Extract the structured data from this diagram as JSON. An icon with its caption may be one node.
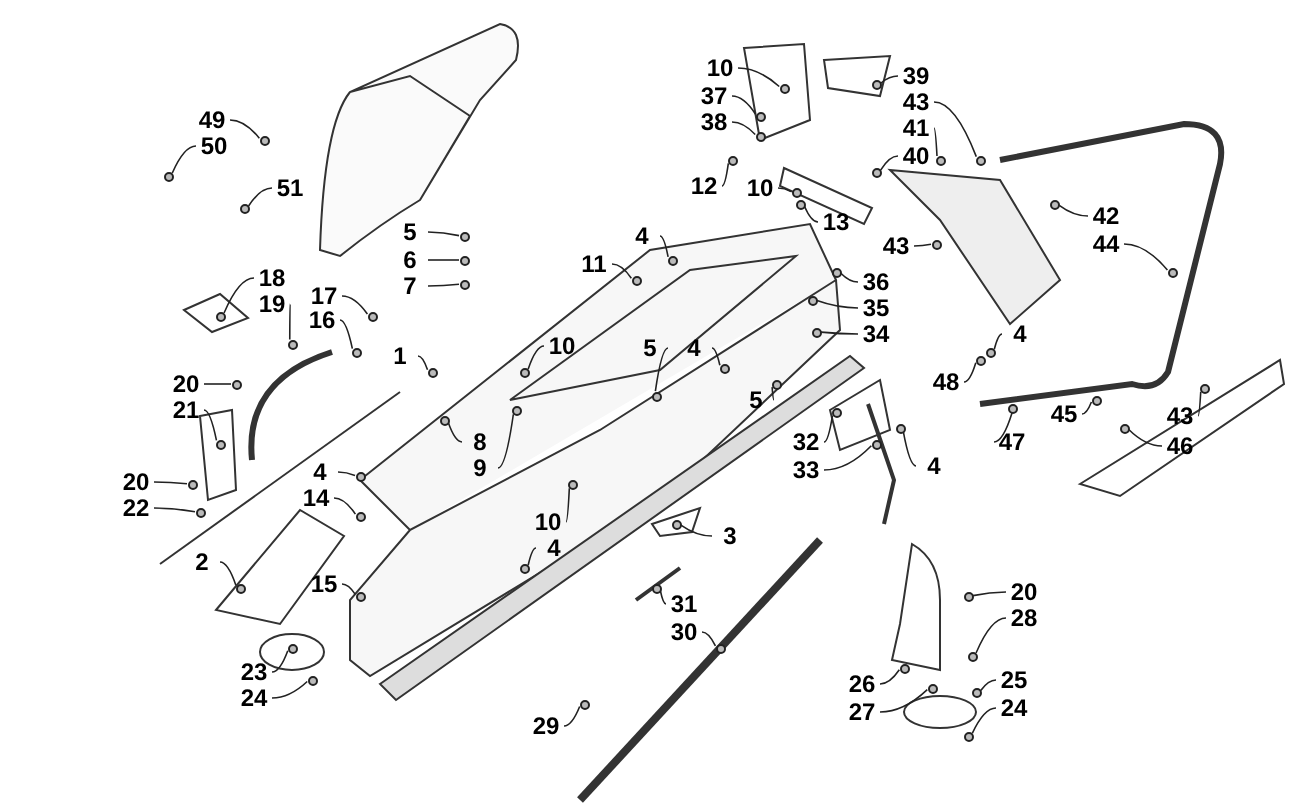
{
  "diagram": {
    "nodes": [
      {
        "text": [
          "49"
        ]
      },
      {
        "text": [
          "50"
        ]
      },
      {
        "text": [
          "51"
        ]
      },
      {
        "text": [
          "18"
        ]
      },
      {
        "text": [
          "19"
        ]
      },
      {
        "text": [
          "17"
        ]
      },
      {
        "text": [
          "16"
        ]
      },
      {
        "text": [
          "20"
        ]
      },
      {
        "text": [
          "21"
        ]
      },
      {
        "text": [
          "20"
        ]
      },
      {
        "text": [
          "22"
        ]
      },
      {
        "text": [
          "4"
        ]
      },
      {
        "text": [
          "14"
        ]
      },
      {
        "text": [
          "2"
        ]
      },
      {
        "text": [
          "15"
        ]
      },
      {
        "text": [
          "23"
        ]
      },
      {
        "text": [
          "24"
        ]
      },
      {
        "text": [
          "1"
        ]
      },
      {
        "text": [
          "5"
        ]
      },
      {
        "text": [
          "6"
        ]
      },
      {
        "text": [
          "7"
        ]
      },
      {
        "text": [
          "11"
        ]
      },
      {
        "text": [
          "4"
        ]
      },
      {
        "text": [
          "10"
        ]
      },
      {
        "text": [
          "5"
        ]
      },
      {
        "text": [
          "8"
        ]
      },
      {
        "text": [
          "9"
        ]
      },
      {
        "text": [
          "10"
        ]
      },
      {
        "text": [
          "4"
        ]
      },
      {
        "text": [
          "29"
        ]
      },
      {
        "text": [
          "12"
        ]
      },
      {
        "text": [
          "10"
        ]
      },
      {
        "text": [
          "13"
        ]
      },
      {
        "text": [
          "10"
        ]
      },
      {
        "text": [
          "37"
        ]
      },
      {
        "text": [
          "38"
        ]
      },
      {
        "text": [
          "39"
        ]
      },
      {
        "text": [
          "43"
        ]
      },
      {
        "text": [
          "41"
        ]
      },
      {
        "text": [
          "40"
        ]
      },
      {
        "text": [
          "42"
        ]
      },
      {
        "text": [
          "44"
        ]
      },
      {
        "text": [
          "43"
        ]
      },
      {
        "text": [
          "36"
        ]
      },
      {
        "text": [
          "35"
        ]
      },
      {
        "text": [
          "34"
        ]
      },
      {
        "text": [
          "4"
        ]
      },
      {
        "text": [
          "5"
        ]
      },
      {
        "text": [
          "4"
        ]
      },
      {
        "text": [
          "48"
        ]
      },
      {
        "text": [
          "32"
        ]
      },
      {
        "text": [
          "33"
        ]
      },
      {
        "text": [
          "4"
        ]
      },
      {
        "text": [
          "45"
        ]
      },
      {
        "text": [
          "47"
        ]
      },
      {
        "text": [
          "43"
        ]
      },
      {
        "text": [
          "46"
        ]
      },
      {
        "text": [
          "3"
        ]
      },
      {
        "text": [
          "31"
        ]
      },
      {
        "text": [
          "30"
        ]
      },
      {
        "text": [
          "20"
        ]
      },
      {
        "text": [
          "28"
        ]
      },
      {
        "text": [
          "26"
        ]
      },
      {
        "text": [
          "27"
        ]
      },
      {
        "text": [
          "25"
        ]
      },
      {
        "text": [
          "24"
        ]
      },
      {
        "text": [],
        "shape": "circle"
      },
      {
        "text": [],
        "shape": "circle"
      },
      {
        "text": [],
        "shape": "circle"
      },
      {
        "text": [],
        "shape": "circle"
      },
      {
        "text": [],
        "shape": "circle"
      },
      {
        "text": [],
        "shape": "circle"
      },
      {
        "text": [],
        "shape": "circle"
      },
      {
        "text": [],
        "shape": "circle"
      },
      {
        "text": [],
        "shape": "circle"
      },
      {
        "text": [],
        "shape": "circle"
      },
      {
        "text": [],
        "shape": "circle"
      },
      {
        "text": [],
        "shape": "circle"
      },
      {
        "text": [],
        "shape": "circle"
      },
      {
        "text": [],
        "shape": "circle"
      },
      {
        "text": [],
        "shape": "circle"
      },
      {
        "text": [],
        "shape": "circle"
      },
      {
        "text": [],
        "shape": "circle"
      },
      {
        "text": [],
        "shape": "circle"
      },
      {
        "text": [],
        "shape": "circle"
      },
      {
        "text": [],
        "shape": "circle"
      },
      {
        "text": [],
        "shape": "circle"
      },
      {
        "text": [],
        "shape": "circle"
      },
      {
        "text": [],
        "shape": "circle"
      },
      {
        "text": [],
        "shape": "circle"
      },
      {
        "text": [],
        "shape": "circle"
      },
      {
        "text": [],
        "shape": "circle"
      },
      {
        "text": [],
        "shape": "circle"
      },
      {
        "text": [],
        "shape": "circle"
      },
      {
        "text": [],
        "shape": "circle"
      },
      {
        "text": [],
        "shape": "circle"
      },
      {
        "text": [],
        "shape": "circle"
      },
      {
        "text": [],
        "shape": "circle"
      },
      {
        "text": [],
        "shape": "circle"
      },
      {
        "text": [],
        "shape": "circle"
      },
      {
        "text": [],
        "shape": "circle"
      },
      {
        "text": [],
        "shape": "circle"
      },
      {
        "text": [],
        "shape": "circle"
      },
      {
        "text": [],
        "shape": "circle"
      },
      {
        "text": [],
        "shape": "circle"
      },
      {
        "text": [],
        "shape": "circle"
      },
      {
        "text": [],
        "shape": "circle"
      },
      {
        "text": [],
        "shape": "circle"
      },
      {
        "text": [],
        "shape": "circle"
      },
      {
        "text": [],
        "shape": "circle"
      },
      {
        "text": [],
        "shape": "circle"
      },
      {
        "text": [],
        "shape": "circle"
      },
      {
        "text": [],
        "shape": "circle"
      },
      {
        "text": [],
        "shape": "circle"
      },
      {
        "text": [],
        "shape": "circle"
      },
      {
        "text": [],
        "shape": "circle"
      },
      {
        "text": [],
        "shape": "circle"
      },
      {
        "text": [],
        "shape": "circle"
      },
      {
        "text": [],
        "shape": "circle"
      },
      {
        "text": [],
        "shape": "circle"
      },
      {
        "text": [],
        "shape": "circle"
      },
      {
        "text": [],
        "shape": "circle"
      },
      {
        "text": [],
        "shape": "circle"
      },
      {
        "text": [],
        "shape": "circle"
      },
      {
        "text": [],
        "shape": "circle"
      },
      {
        "text": [],
        "shape": "circle"
      },
      {
        "text": [],
        "shape": "circle"
      },
      {
        "text": [],
        "shape": "circle"
      },
      {
        "text": [],
        "shape": "circle"
      },
      {
        "text": [],
        "shape": "circle"
      },
      {
        "text": [],
        "shape": "circle"
      },
      {
        "text": [],
        "shape": "circle"
      }
    ],
    "edges": [
      {
        "from": 0,
        "to": 66,
        "arrow": "none"
      },
      {
        "from": 1,
        "to": 67,
        "arrow": "none"
      },
      {
        "from": 2,
        "to": 68,
        "arrow": "none"
      },
      {
        "from": 3,
        "to": 69,
        "arrow": "none"
      },
      {
        "from": 4,
        "to": 70,
        "arrow": "none"
      },
      {
        "from": 5,
        "to": 71,
        "arrow": "none"
      },
      {
        "from": 6,
        "to": 72,
        "arrow": "none"
      },
      {
        "from": 7,
        "to": 73,
        "arrow": "none"
      },
      {
        "from": 8,
        "to": 74,
        "arrow": "none"
      },
      {
        "from": 9,
        "to": 75,
        "arrow": "none"
      },
      {
        "from": 10,
        "to": 76,
        "arrow": "none"
      },
      {
        "from": 11,
        "to": 77,
        "arrow": "none"
      },
      {
        "from": 12,
        "to": 78,
        "arrow": "none"
      },
      {
        "from": 13,
        "to": 79,
        "arrow": "none"
      },
      {
        "from": 14,
        "to": 80,
        "arrow": "none"
      },
      {
        "from": 15,
        "to": 81,
        "arrow": "none"
      },
      {
        "from": 16,
        "to": 82,
        "arrow": "none"
      },
      {
        "from": 17,
        "to": 83,
        "arrow": "none"
      },
      {
        "from": 18,
        "to": 84,
        "arrow": "none"
      },
      {
        "from": 19,
        "to": 85,
        "arrow": "none"
      },
      {
        "from": 20,
        "to": 86,
        "arrow": "none"
      },
      {
        "from": 21,
        "to": 87,
        "arrow": "none"
      },
      {
        "from": 22,
        "to": 88,
        "arrow": "none"
      },
      {
        "from": 23,
        "to": 89,
        "arrow": "none"
      },
      {
        "from": 24,
        "to": 90,
        "arrow": "none"
      },
      {
        "from": 25,
        "to": 91,
        "arrow": "none"
      },
      {
        "from": 26,
        "to": 92,
        "arrow": "none"
      },
      {
        "from": 27,
        "to": 93,
        "arrow": "none"
      },
      {
        "from": 28,
        "to": 94,
        "arrow": "none"
      },
      {
        "from": 29,
        "to": 95,
        "arrow": "none"
      },
      {
        "from": 30,
        "to": 96,
        "arrow": "none"
      },
      {
        "from": 31,
        "to": 97,
        "arrow": "none"
      },
      {
        "from": 32,
        "to": 98,
        "arrow": "none"
      },
      {
        "from": 33,
        "to": 99,
        "arrow": "none"
      },
      {
        "from": 34,
        "to": 100,
        "arrow": "none"
      },
      {
        "from": 35,
        "to": 101,
        "arrow": "none"
      },
      {
        "from": 36,
        "to": 102,
        "arrow": "none"
      },
      {
        "from": 37,
        "to": 103,
        "arrow": "none"
      },
      {
        "from": 38,
        "to": 104,
        "arrow": "none"
      },
      {
        "from": 39,
        "to": 105,
        "arrow": "none"
      },
      {
        "from": 40,
        "to": 106,
        "arrow": "none"
      },
      {
        "from": 41,
        "to": 107,
        "arrow": "none"
      },
      {
        "from": 42,
        "to": 108,
        "arrow": "none"
      },
      {
        "from": 43,
        "to": 109,
        "arrow": "none"
      },
      {
        "from": 44,
        "to": 110,
        "arrow": "none"
      },
      {
        "from": 45,
        "to": 111,
        "arrow": "none"
      },
      {
        "from": 46,
        "to": 112,
        "arrow": "none"
      },
      {
        "from": 47,
        "to": 113,
        "arrow": "none"
      },
      {
        "from": 48,
        "to": 114,
        "arrow": "none"
      },
      {
        "from": 49,
        "to": 115,
        "arrow": "none"
      },
      {
        "from": 50,
        "to": 116,
        "arrow": "none"
      },
      {
        "from": 51,
        "to": 117,
        "arrow": "none"
      },
      {
        "from": 52,
        "to": 118,
        "arrow": "none"
      },
      {
        "from": 53,
        "to": 119,
        "arrow": "none"
      },
      {
        "from": 54,
        "to": 120,
        "arrow": "none"
      },
      {
        "from": 55,
        "to": 121,
        "arrow": "none"
      },
      {
        "from": 56,
        "to": 122,
        "arrow": "none"
      },
      {
        "from": 57,
        "to": 123,
        "arrow": "none"
      },
      {
        "from": 58,
        "to": 124,
        "arrow": "none"
      },
      {
        "from": 59,
        "to": 125,
        "arrow": "none"
      },
      {
        "from": 60,
        "to": 126,
        "arrow": "none"
      },
      {
        "from": 61,
        "to": 127,
        "arrow": "none"
      },
      {
        "from": 62,
        "to": 128,
        "arrow": "none"
      },
      {
        "from": 63,
        "to": 129,
        "arrow": "none"
      },
      {
        "from": 64,
        "to": 130,
        "arrow": "none"
      },
      {
        "from": 65,
        "to": 131,
        "arrow": "none"
      }
    ]
  }
}
